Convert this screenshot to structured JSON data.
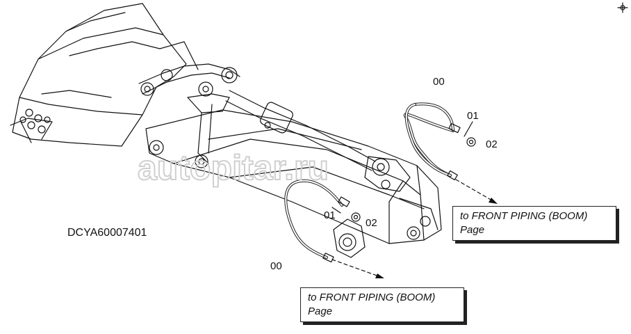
{
  "diagram": {
    "code": "DCYA60007401",
    "watermark": "autopitar.ru",
    "callouts": {
      "hose_upper": "00",
      "fitting_upper": "01",
      "nut_upper": "02",
      "hose_lower": "00",
      "fitting_lower": "01",
      "nut_lower": "02"
    },
    "notes": [
      {
        "line1": "to FRONT PIPING (BOOM)",
        "line2": "Page"
      },
      {
        "line1": "to FRONT PIPING (BOOM)",
        "line2": "Page"
      }
    ]
  }
}
